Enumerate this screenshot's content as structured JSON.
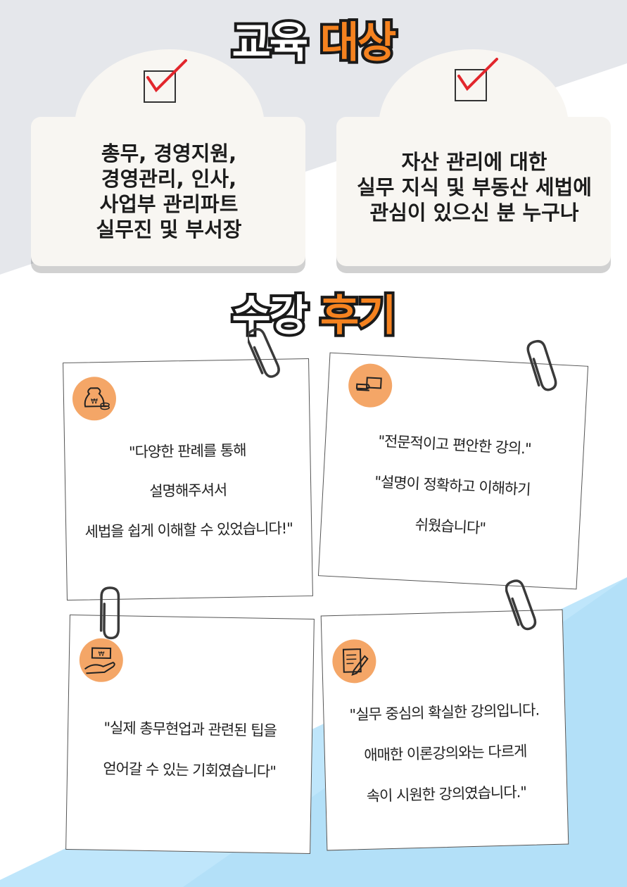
{
  "target_heading": {
    "part1": "교육",
    "part2": "대상"
  },
  "targets": [
    {
      "text": "총무, 경영지원,\n경영관리, 인사,\n사업부 관리파트\n실무진 및 부서장"
    },
    {
      "text": "자산 관리에 대한\n실무 지식 및 부동산 세법에\n관심이 있으신 분 누구나"
    }
  ],
  "review_heading": {
    "part1": "수강",
    "part2": "후기"
  },
  "reviews": [
    {
      "icon": "money-bag-icon",
      "quote": "\"다양한 판례를 통해\n설명해주셔서\n세법을 쉽게 이해할 수 있었습니다!\""
    },
    {
      "icon": "hand-cash-icon",
      "quote": "\"전문적이고 편안한 강의.\"\n\"설명이 정확하고 이해하기\n쉬웠습니다\""
    },
    {
      "icon": "hand-banknote-icon",
      "quote": "\"실제 총무현업과 관련된 팁을\n얻어갈 수 있는 기회였습니다\""
    },
    {
      "icon": "notepad-pencil-icon",
      "quote": "\"실무 중심의 확실한 강의입니다.\n애매한 이론강의와는 다르게\n속이 시원한 강의였습니다.\""
    }
  ],
  "colors": {
    "accent": "#f5821f",
    "icon_circle": "#f4a667",
    "top_bg": "#e5e7eb",
    "bottom_bg": "#bfe6fb"
  }
}
